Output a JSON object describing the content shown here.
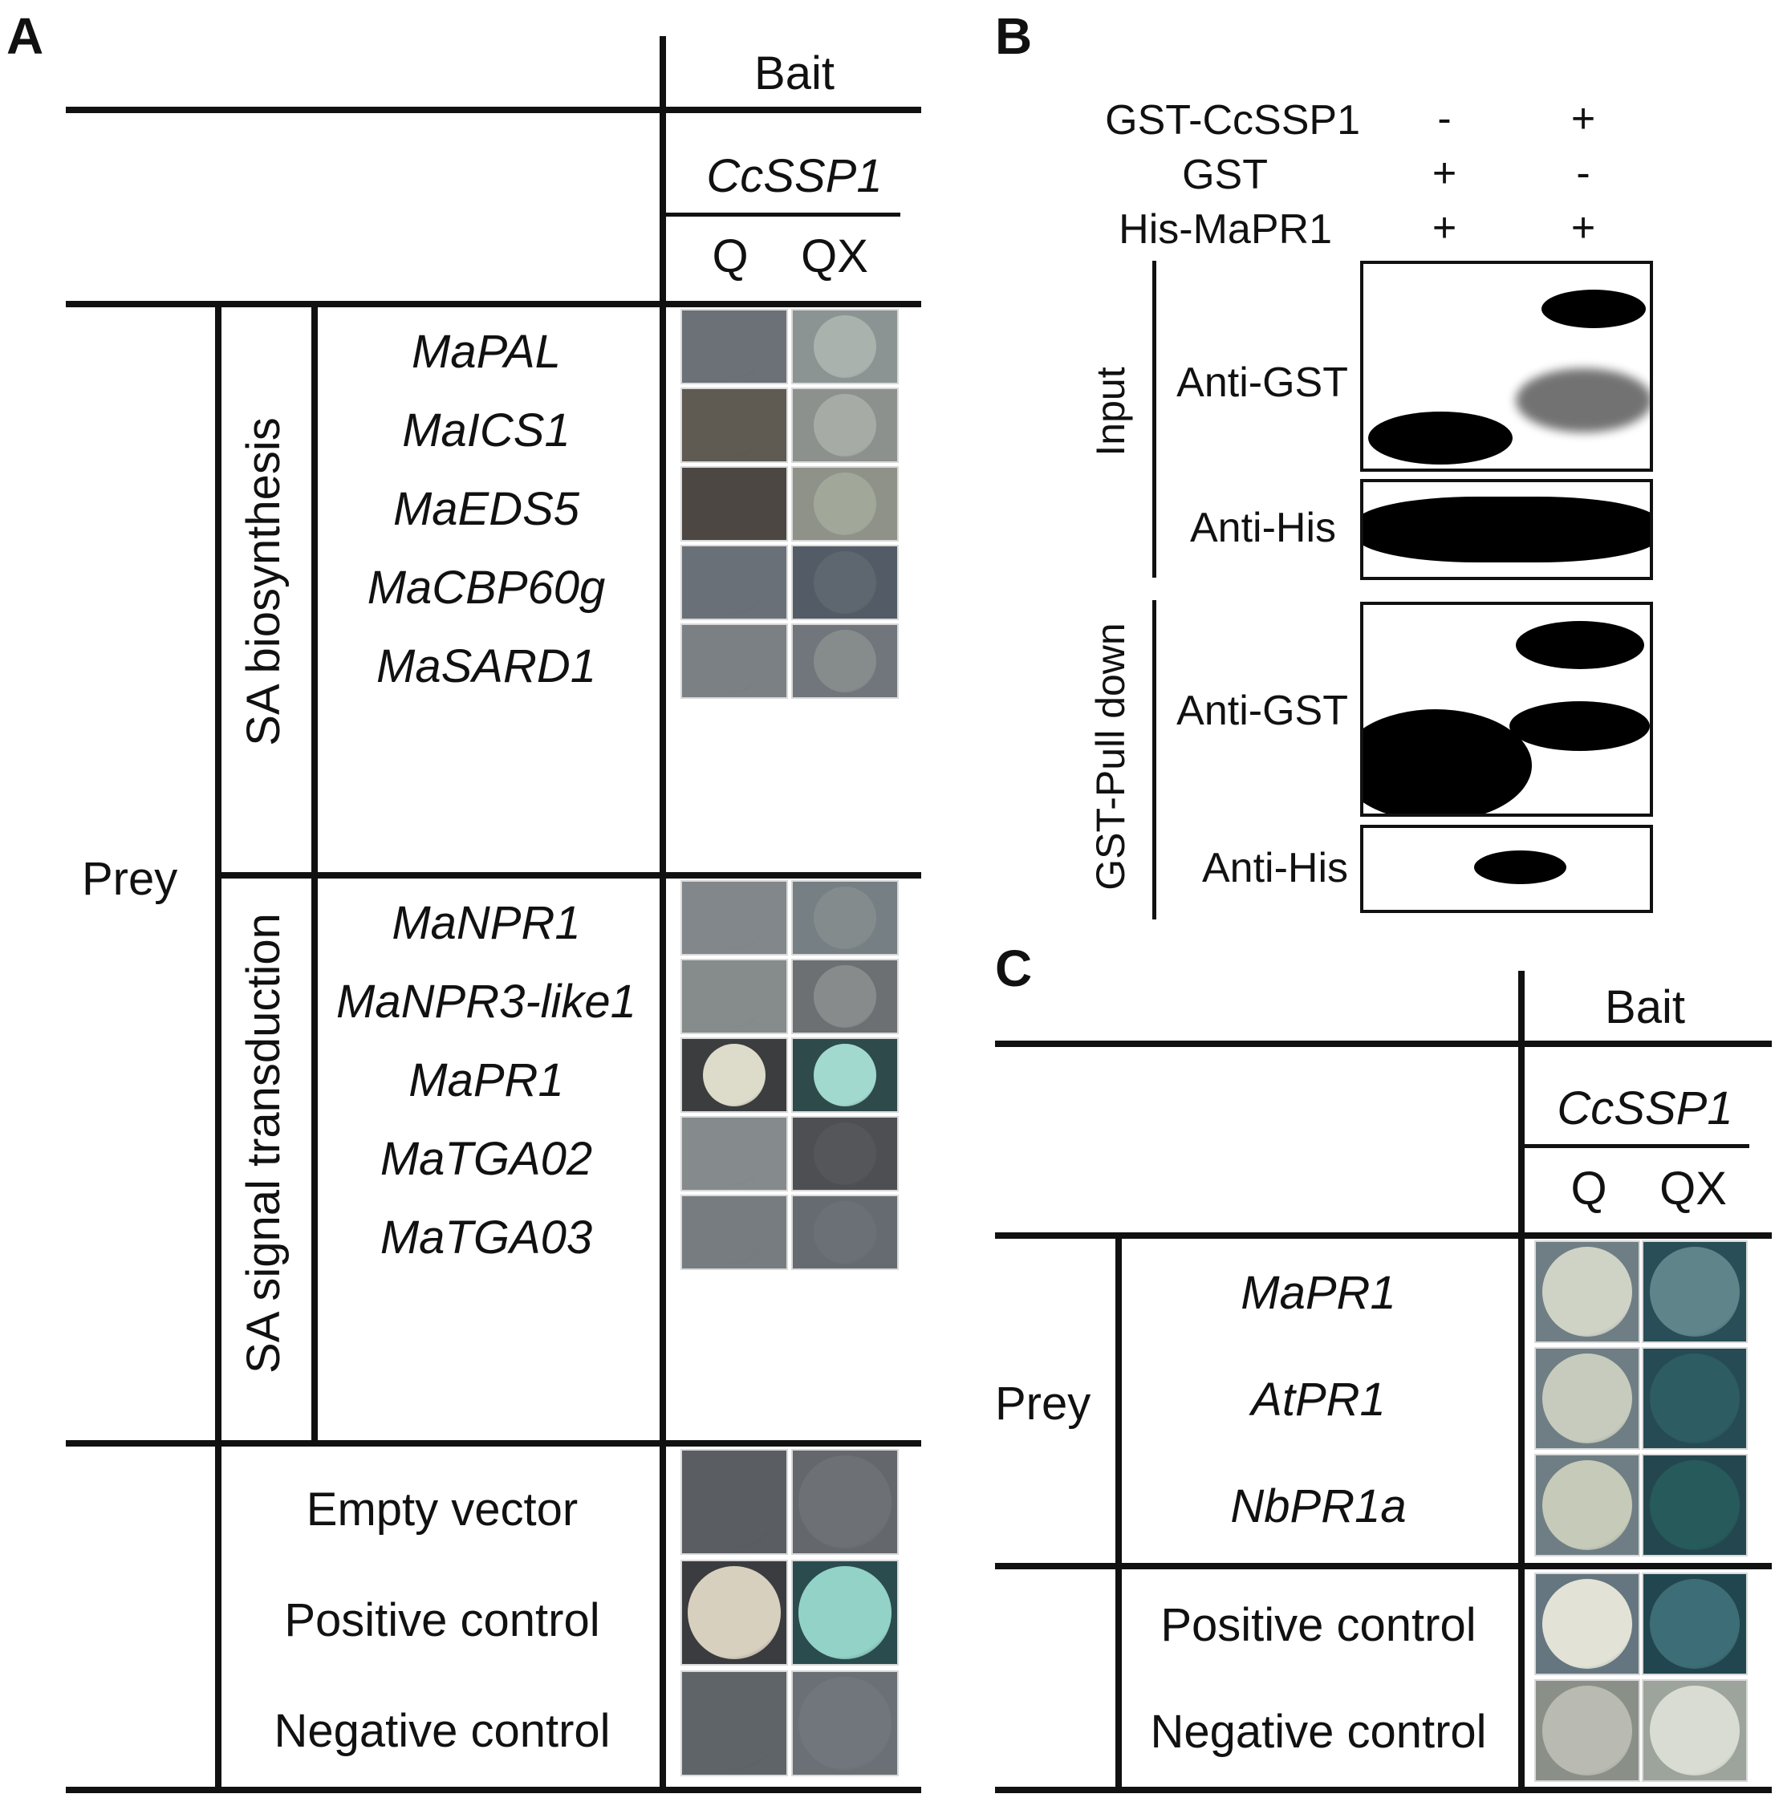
{
  "panelA": {
    "label": "A",
    "bait": "Bait",
    "bait_gene": "CcSSP1",
    "col_q": "Q",
    "col_qx": "QX",
    "prey": "Prey",
    "group1": "SA biosynthesis",
    "group2": "SA signal transduction",
    "rows": [
      {
        "name": "MaPAL",
        "q": "#6c7077",
        "qx": "#8c9493",
        "qx_tone": "#a9b2ad"
      },
      {
        "name": "MaICS1",
        "q": "#5f5a52",
        "qx": "#8c918d",
        "qx_tone": "#a7aba6"
      },
      {
        "name": "MaEDS5",
        "q": "#4d4744",
        "qx": "#8e9289",
        "qx_tone": "#a2a899"
      },
      {
        "name": "MaCBP60g",
        "q": "#6a7078",
        "qx": "#535c66",
        "qx_tone": "#5e6770"
      },
      {
        "name": "MaSARD1",
        "q": "#7b8085",
        "qx": "#70767b",
        "qx_tone": "#868b8c"
      },
      {
        "name": "MaNPR1",
        "q": "#81878a",
        "qx": "#767f83",
        "qx_tone": "#838b8d"
      },
      {
        "name": "MaNPR3-like1",
        "q": "#868b8c",
        "qx": "#6c7073",
        "qx_tone": "#878b8c"
      },
      {
        "name": "MaPR1",
        "q": "#3b3d3f",
        "qx": "#2e4a4b",
        "q_tone": "#dddbc9",
        "qx_tone": "#a2d9cf"
      },
      {
        "name": "MaTGA02",
        "q": "#858a8c",
        "qx": "#4e4f53",
        "qx_tone": "#555659"
      },
      {
        "name": "MaTGA03",
        "q": "#777c80",
        "qx": "#656b71",
        "qx_tone": "#6a7076"
      }
    ],
    "controls": [
      {
        "name": "Empty vector",
        "q": "#5a5e62",
        "qx": "#64686c",
        "qx_tone": "#6d7175"
      },
      {
        "name": "Positive control",
        "q": "#3a3c3f",
        "qx": "#2b4c4f",
        "q_tone": "#d8d0bf",
        "qx_tone": "#93d2c6"
      },
      {
        "name": "Negative control",
        "q": "#5f6469",
        "qx": "#6a7075",
        "qx_tone": "#70767b"
      }
    ]
  },
  "panelB": {
    "label": "B",
    "row_labels": [
      "GST-CcSSP1",
      "GST",
      "His-MaPR1"
    ],
    "lane1": [
      "-",
      "+",
      "+"
    ],
    "lane2": [
      "+",
      "-",
      "+"
    ],
    "input_label": "Input",
    "pulldown_label": "GST-Pull down",
    "blots": [
      "Anti-GST",
      "Anti-His",
      "Anti-GST",
      "Anti-His"
    ]
  },
  "panelC": {
    "label": "C",
    "bait": "Bait",
    "bait_gene": "CcSSP1",
    "col_q": "Q",
    "col_qx": "QX",
    "prey": "Prey",
    "rows": [
      {
        "name": "MaPR1",
        "q": "#6f7e84",
        "qx": "#294e57",
        "q_tone": "#cfd3c6",
        "qx_tone": "#5f8489"
      },
      {
        "name": "AtPR1",
        "q": "#6f7e84",
        "qx": "#264b55",
        "q_tone": "#c7cbbd",
        "qx_tone": "#2d5c62"
      },
      {
        "name": "NbPR1a",
        "q": "#6f7e84",
        "qx": "#24474f",
        "q_tone": "#c6cab8",
        "qx_tone": "#275a5a"
      }
    ],
    "controls": [
      {
        "name": "Positive control",
        "q": "#667680",
        "qx": "#214650",
        "q_tone": "#e2e3d6",
        "qx_tone": "#3d6d76"
      },
      {
        "name": "Negative control",
        "q": "#8a9088",
        "qx": "#9ca49c",
        "q_tone": "#b9bbb2",
        "qx_tone": "#d8dcd2"
      }
    ]
  }
}
